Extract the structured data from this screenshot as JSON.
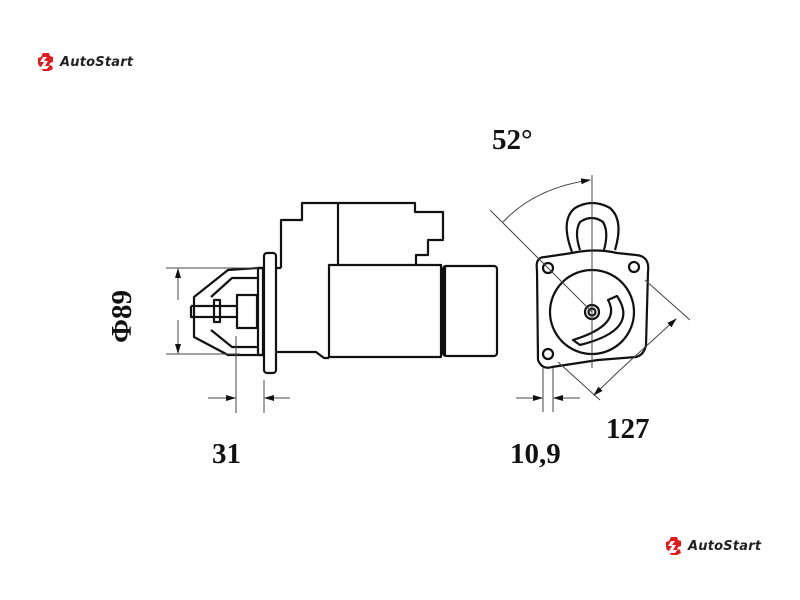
{
  "brand": {
    "name": "AutoStart",
    "color": "#e3191c"
  },
  "dimensions": {
    "diameter": "Φ89",
    "angle": "52°",
    "flange_offset": "31",
    "flange_thickness": "10,9",
    "bolt_spacing": "127"
  }
}
